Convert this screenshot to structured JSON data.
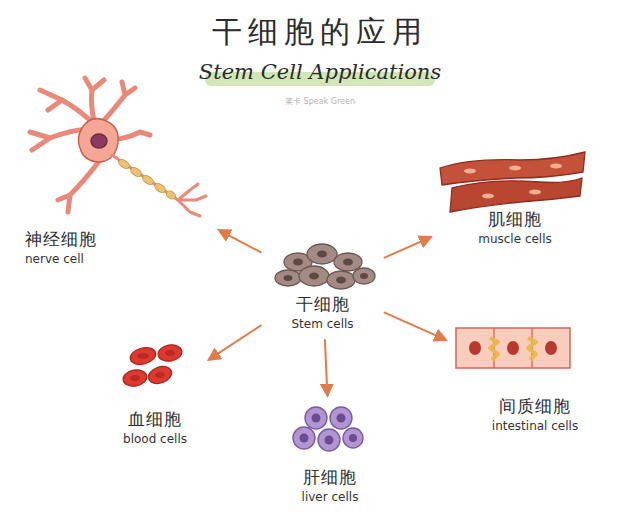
{
  "diagram": {
    "title": "干细胞的应用",
    "nodes": [
      {
        "text": [
          "神经细胞",
          "nerve cell"
        ]
      },
      {
        "text": [
          "肌细胞",
          "muscle cells"
        ]
      },
      {
        "text": [
          "干细胞",
          "Stem cells"
        ]
      },
      {
        "text": [
          "间质细胞",
          "intestinal cells"
        ]
      },
      {
        "text": [
          "血细胞",
          "blood cells"
        ]
      },
      {
        "text": [
          "肝细胞",
          "liver cells"
        ]
      }
    ],
    "edges": [
      {
        "from": 2,
        "to": 0,
        "arrow": "to"
      },
      {
        "from": 2,
        "to": 1,
        "arrow": "to"
      },
      {
        "from": 2,
        "to": 3,
        "arrow": "to"
      },
      {
        "from": 2,
        "to": 4,
        "arrow": "to"
      },
      {
        "from": 2,
        "to": 5,
        "arrow": "to"
      }
    ],
    "labels": [
      "Stem Cell Applications",
      "菜卡 Speak Green"
    ]
  }
}
